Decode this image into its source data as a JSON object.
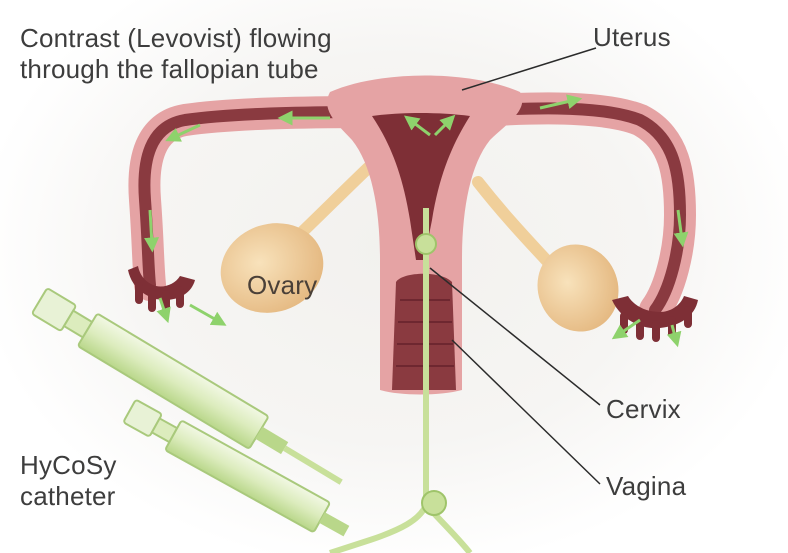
{
  "labels": {
    "contrast_line1": "Contrast (Levovist) flowing",
    "contrast_line2": "through the fallopian tube",
    "uterus": "Uterus",
    "ovary": "Ovary",
    "cervix": "Cervix",
    "vagina": "Vagina",
    "hycosy_line1": "HyCoSy",
    "hycosy_line2": "catheter"
  },
  "colors": {
    "tissue": "#e5a3a4",
    "tissue_dark": "#7e2f36",
    "ovary": "#f0cf9a",
    "catheter": "#c8e09a",
    "arrow": "#8ed26c",
    "leader": "#2b2b2b"
  }
}
